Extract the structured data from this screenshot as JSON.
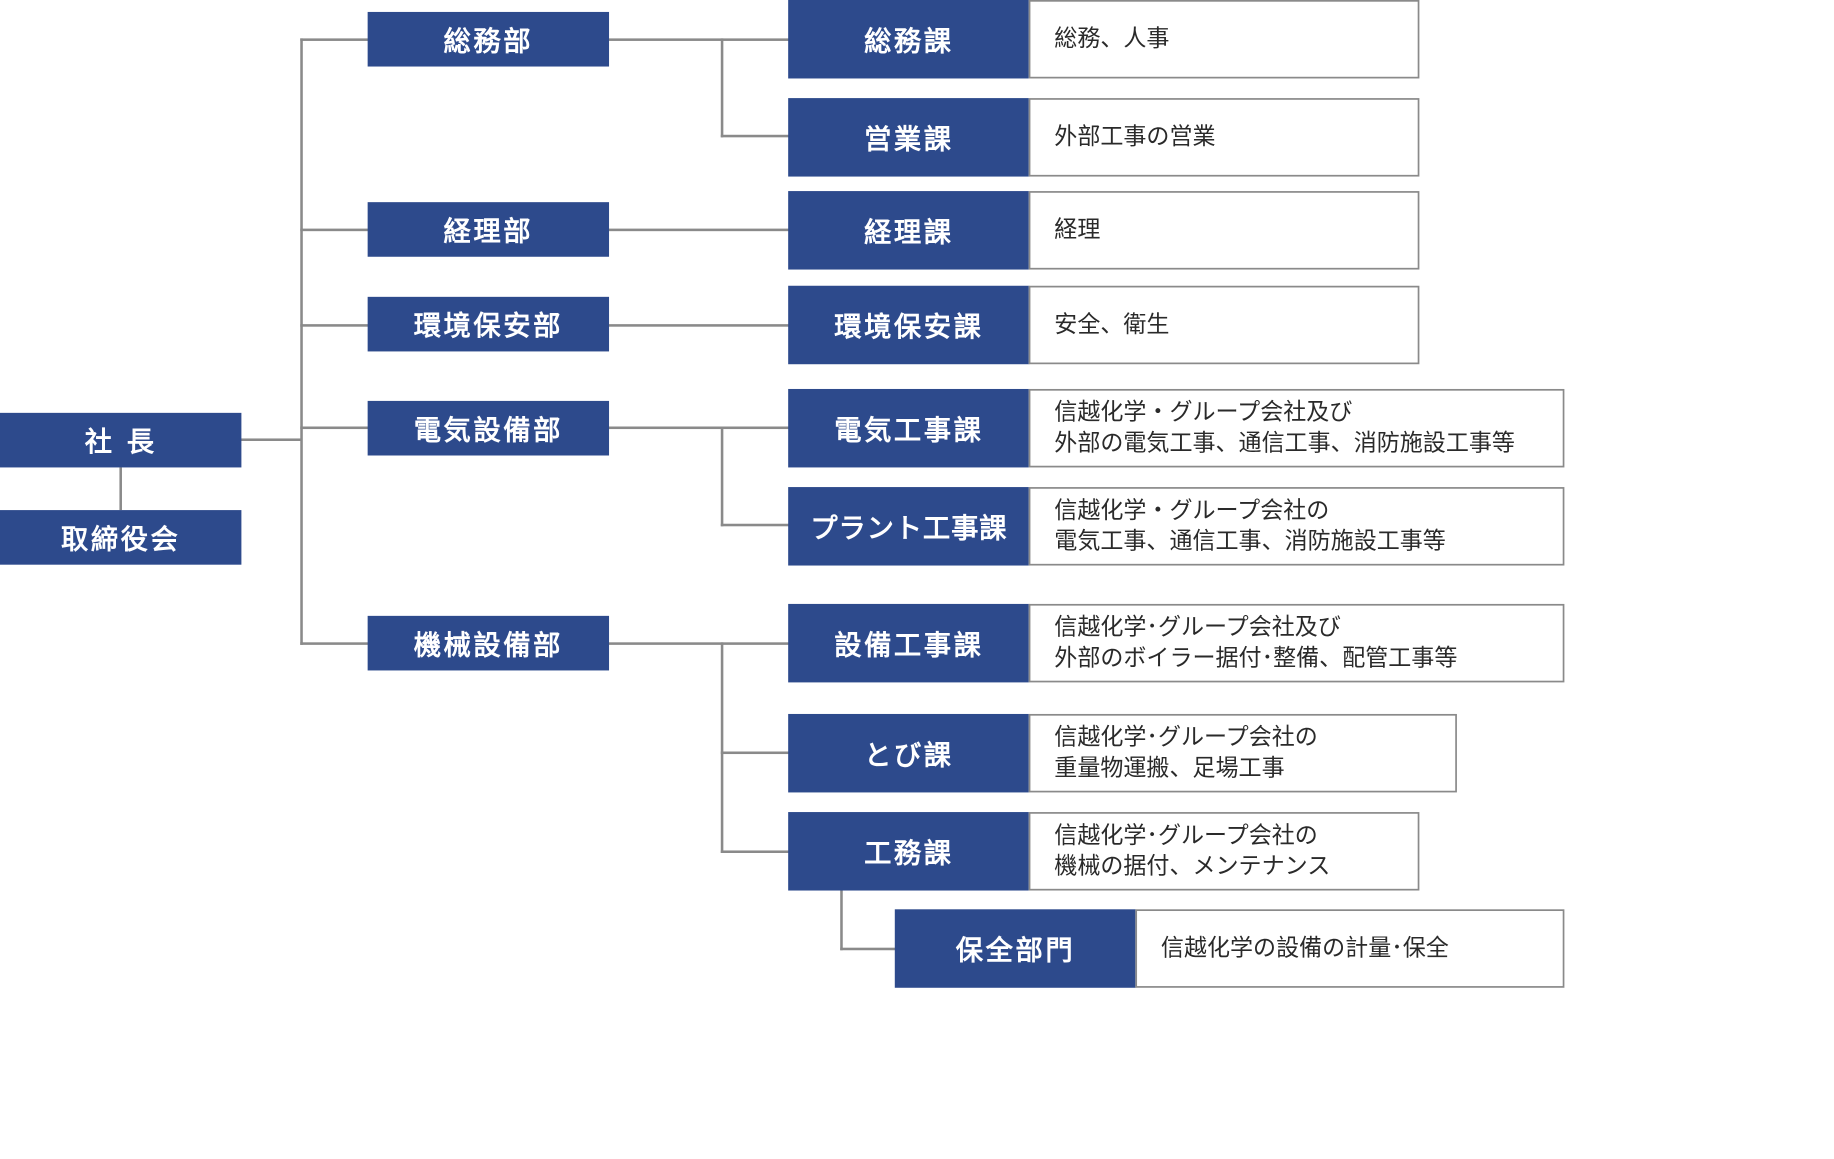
{
  "org": {
    "president": "社 長",
    "board": "取締役会",
    "departments": [
      {
        "name": "総務部",
        "sections": [
          {
            "name": "総務課",
            "desc": [
              "総務、人事"
            ]
          },
          {
            "name": "営業課",
            "desc": [
              "外部工事の営業"
            ]
          }
        ]
      },
      {
        "name": "経理部",
        "sections": [
          {
            "name": "経理課",
            "desc": [
              "経理"
            ]
          }
        ]
      },
      {
        "name": "環境保安部",
        "sections": [
          {
            "name": "環境保安課",
            "desc": [
              "安全、衛生"
            ]
          }
        ]
      },
      {
        "name": "電気設備部",
        "sections": [
          {
            "name": "電気工事課",
            "desc": [
              "信越化学・グループ会社及び",
              "外部の電気工事、通信工事、消防施設工事等"
            ]
          },
          {
            "name": "プラント工事課",
            "desc": [
              "信越化学・グループ会社の",
              "電気工事、通信工事、消防施設工事等"
            ]
          }
        ]
      },
      {
        "name": "機械設備部",
        "sections": [
          {
            "name": "設備工事課",
            "desc": [
              "信越化学･グループ会社及び",
              "外部のボイラー据付･整備、配管工事等"
            ]
          },
          {
            "name": "とび課",
            "desc": [
              "信越化学･グループ会社の",
              "重量物運搬、足場工事"
            ]
          },
          {
            "name": "工務課",
            "desc": [
              "信越化学･グループ会社の",
              "機械の据付、メンテナンス"
            ]
          }
        ]
      }
    ],
    "sub_unit": {
      "name": "保全部門",
      "desc": [
        "信越化学の設備の計量･保全"
      ]
    }
  }
}
